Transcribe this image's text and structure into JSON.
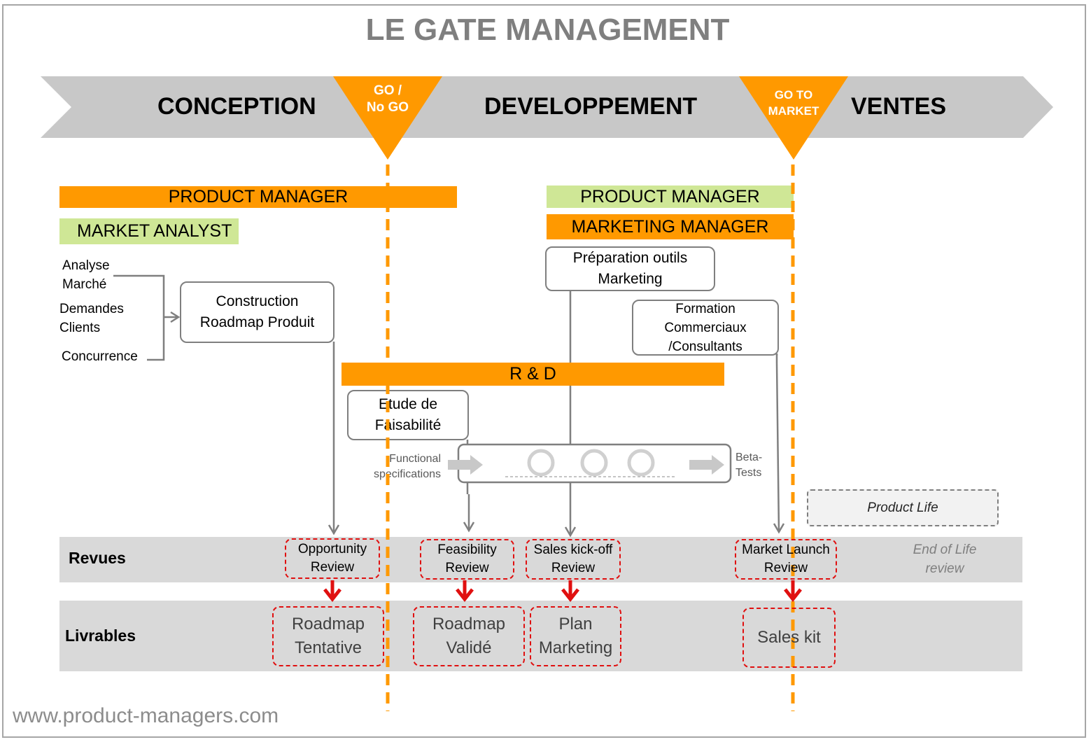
{
  "title": "LE GATE MANAGEMENT",
  "phases": [
    "CONCEPTION",
    "DEVELOPPEMENT",
    "VENTES"
  ],
  "gates": [
    {
      "line1": "GO /",
      "line2": "No GO"
    },
    {
      "line1": "GO TO",
      "line2": "MARKET"
    }
  ],
  "roles": {
    "pm_left": "PRODUCT MANAGER",
    "market_analyst": "MARKET ANALYST",
    "pm_right": "PRODUCT MANAGER",
    "marketing_manager": "MARKETING MANAGER",
    "rnd": "R & D"
  },
  "inputs": [
    {
      "line1": "Analyse",
      "line2": "Marché"
    },
    {
      "line1": "Demandes",
      "line2": "Clients"
    },
    {
      "line1": "Concurrence",
      "line2": ""
    }
  ],
  "activities": {
    "roadmap": {
      "line1": "Construction",
      "line2": "Roadmap Produit"
    },
    "faisabilite": {
      "line1": "Etude de",
      "line2": "Faisabilité"
    },
    "outils": {
      "line1": "Préparation outils",
      "line2": "Marketing"
    },
    "formation": {
      "line1": "Formation",
      "line2": "Commerciaux",
      "line3": "/Consultants"
    }
  },
  "dev_cycle": {
    "left_line1": "Functional",
    "left_line2": "specifications",
    "right_line1": "Beta-",
    "right_line2": "Tests"
  },
  "product_life": "Product Life",
  "rows": {
    "revues": "Revues",
    "livrables": "Livrables"
  },
  "reviews": [
    {
      "line1": "Opportunity",
      "line2": "Review"
    },
    {
      "line1": "Feasibility",
      "line2": "Review"
    },
    {
      "line1": "Sales kick-off",
      "line2": "Review"
    },
    {
      "line1": "Market Launch",
      "line2": "Review"
    }
  ],
  "end_of_life": {
    "line1": "End of Life",
    "line2": "review"
  },
  "deliverables": [
    {
      "line1": "Roadmap",
      "line2": "Tentative"
    },
    {
      "line1": "Roadmap",
      "line2": "Validé"
    },
    {
      "line1": "Plan",
      "line2": "Marketing"
    },
    {
      "line1": "Sales kit",
      "line2": ""
    }
  ],
  "footer": "www.product-managers.com",
  "colors": {
    "orange": "#ff9900",
    "green": "#cfe796",
    "gray": "#d9d9d9",
    "red": "#e01010",
    "arrow_gray": "#c8c8c8"
  }
}
